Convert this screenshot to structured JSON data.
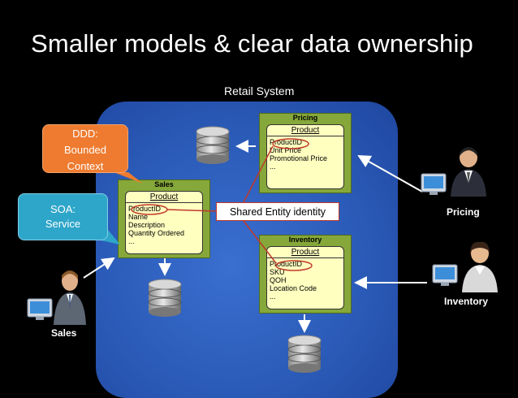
{
  "slide": {
    "title": "Smaller models & clear data ownership"
  },
  "system": {
    "label": "Retail System"
  },
  "callouts": {
    "ddd": "DDD:\nBounded\nContext",
    "soa": "SOA:\nService"
  },
  "services": {
    "sales": {
      "title": "Sales",
      "entity": "Product",
      "fields": [
        "ProductID",
        "Name",
        "Description",
        "Quantity Ordered",
        "..."
      ]
    },
    "pricing": {
      "title": "Pricing",
      "entity": "Product",
      "fields": [
        "ProductID",
        "Unit Price",
        "Promotional Price",
        "..."
      ]
    },
    "inventory": {
      "title": "Inventory",
      "entity": "Product",
      "fields": [
        "ProductID",
        "SKU",
        "QOH",
        "Location Code",
        "..."
      ]
    }
  },
  "shared_identity": {
    "label": "Shared Entity identity"
  },
  "actors": {
    "sales": "Sales",
    "pricing": "Pricing",
    "inventory": "Inventory"
  },
  "colors": {
    "region": "#2b5bb8",
    "service": "#86a83a",
    "entity": "#ffffc0",
    "ddd": "#ee7b2f",
    "soa": "#2ea6c9",
    "highlight": "#c0392b"
  }
}
